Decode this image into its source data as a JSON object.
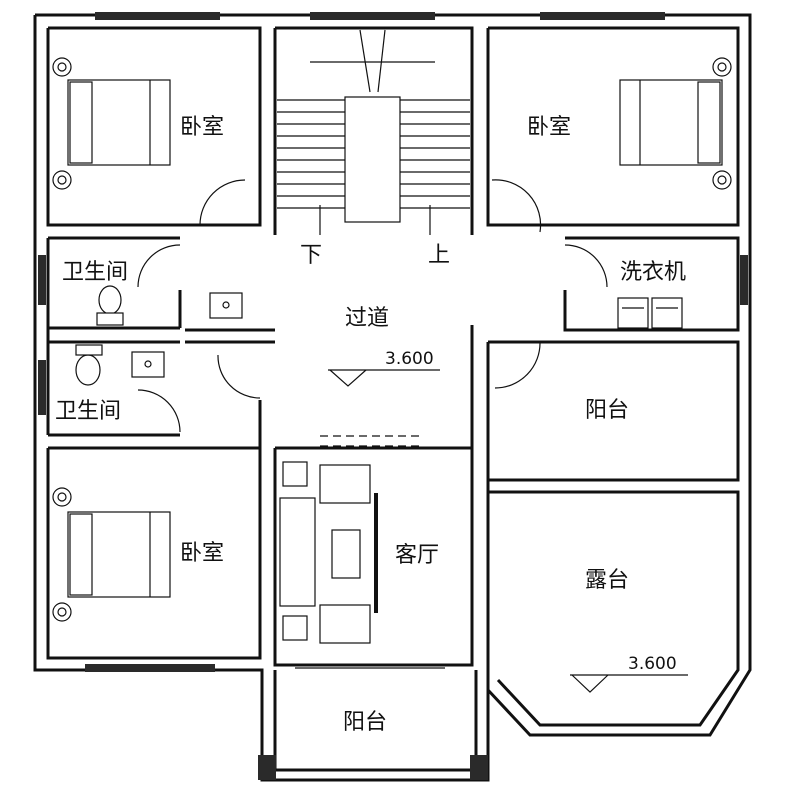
{
  "plan": {
    "rooms": {
      "bedroom_tl": "卧室",
      "bedroom_tr": "卧室",
      "bedroom_bl": "卧室",
      "bath_upper": "卫生间",
      "bath_lower": "卫生间",
      "laundry": "洗衣机",
      "corridor": "过道",
      "balcony_right": "阳台",
      "terrace": "露台",
      "living": "客厅",
      "balcony_bottom": "阳台"
    },
    "stairs": {
      "down": "下",
      "up": "上"
    },
    "elevations": {
      "corridor": "3.600",
      "terrace": "3.600"
    }
  }
}
